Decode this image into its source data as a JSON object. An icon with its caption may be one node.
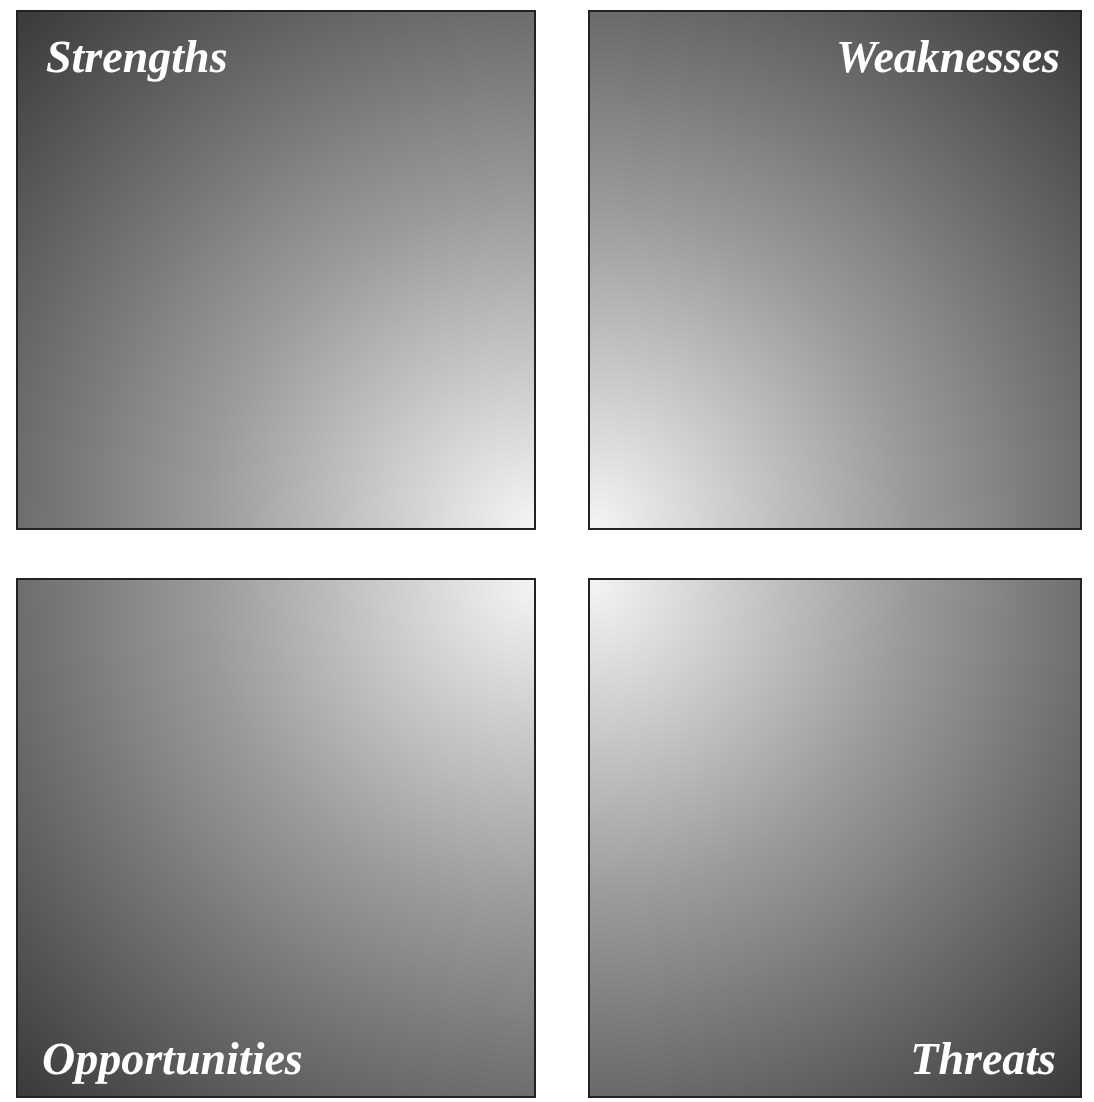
{
  "diagram": {
    "nodes": [
      {
        "text": [
          "Strengths"
        ]
      },
      {
        "text": [
          "Weaknesses"
        ]
      },
      {
        "text": [
          "Opportunities"
        ]
      },
      {
        "text": [
          "Threats"
        ]
      }
    ]
  }
}
